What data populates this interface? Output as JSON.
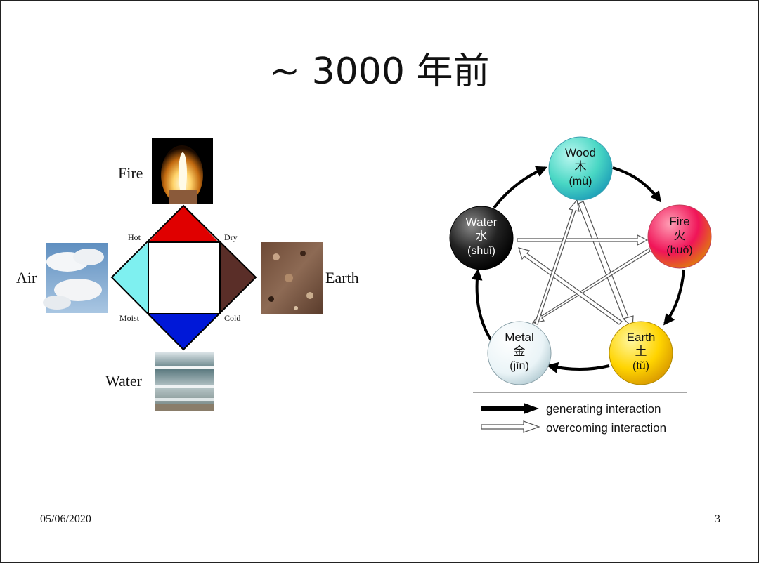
{
  "slide": {
    "title": "~ 3000 年前",
    "date": "05/06/2020",
    "page_number": "3"
  },
  "four_elements": {
    "elements": [
      "Fire",
      "Air",
      "Earth",
      "Water"
    ],
    "qualities": [
      "Hot",
      "Dry",
      "Moist",
      "Cold"
    ],
    "colors": {
      "fire": "#e00000",
      "air": "#7ef0f0",
      "earth": "#5a2e28",
      "water": "#0018d8"
    }
  },
  "wu_xing": {
    "nodes": [
      {
        "name": "Wood",
        "hanzi": "木",
        "pinyin": "(mù)"
      },
      {
        "name": "Fire",
        "hanzi": "火",
        "pinyin": "(huǒ)"
      },
      {
        "name": "Earth",
        "hanzi": "土",
        "pinyin": "(tǔ)"
      },
      {
        "name": "Metal",
        "hanzi": "金",
        "pinyin": "(jīn)"
      },
      {
        "name": "Water",
        "hanzi": "水",
        "pinyin": "(shuǐ)"
      }
    ],
    "legend": {
      "generating": "generating interaction",
      "overcoming": "overcoming interaction"
    }
  }
}
